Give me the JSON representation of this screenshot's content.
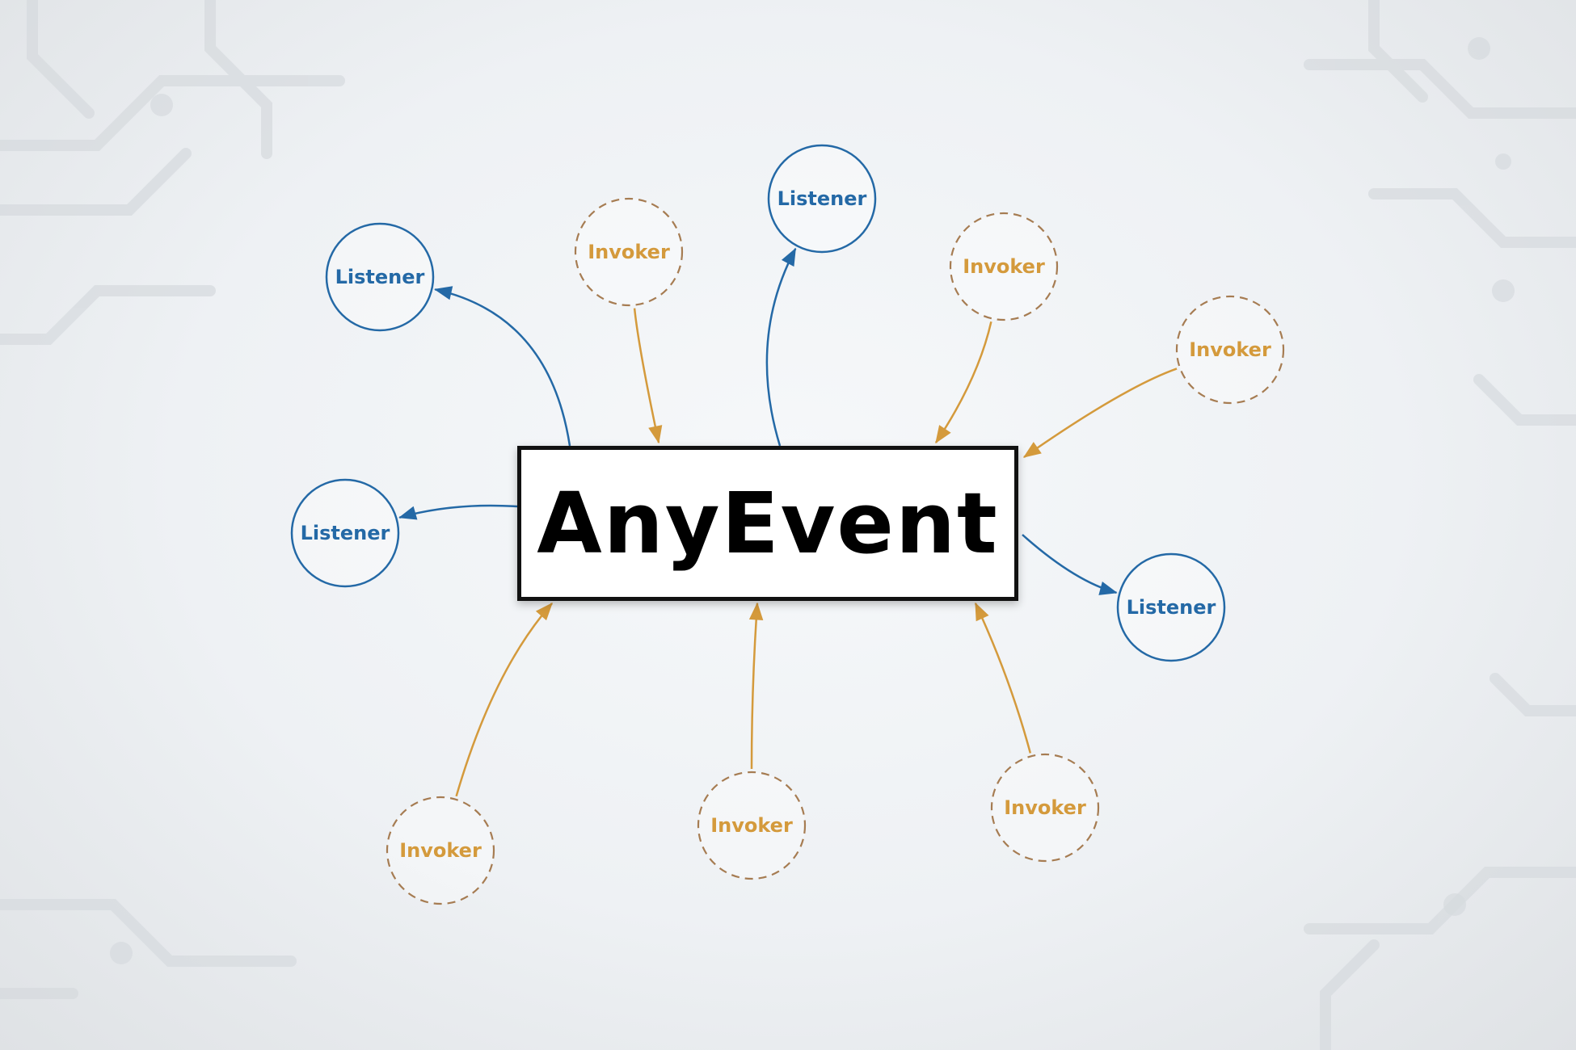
{
  "center": {
    "title": "AnyEvent"
  },
  "colors": {
    "listener": "#2469a6",
    "invoker": "#d49a3c",
    "invoker_border": "#a67c52",
    "box_border": "#111111"
  },
  "nodes": [
    {
      "kind": "listener",
      "label": "Listener",
      "direction": "outgoing"
    },
    {
      "kind": "invoker",
      "label": "Invoker",
      "direction": "incoming"
    },
    {
      "kind": "listener",
      "label": "Listener",
      "direction": "outgoing"
    },
    {
      "kind": "invoker",
      "label": "Invoker",
      "direction": "incoming"
    },
    {
      "kind": "invoker",
      "label": "Invoker",
      "direction": "incoming"
    },
    {
      "kind": "listener",
      "label": "Listener",
      "direction": "outgoing"
    },
    {
      "kind": "listener",
      "label": "Listener",
      "direction": "outgoing"
    },
    {
      "kind": "invoker",
      "label": "Invoker",
      "direction": "incoming"
    },
    {
      "kind": "invoker",
      "label": "Invoker",
      "direction": "incoming"
    },
    {
      "kind": "invoker",
      "label": "Invoker",
      "direction": "incoming"
    }
  ]
}
